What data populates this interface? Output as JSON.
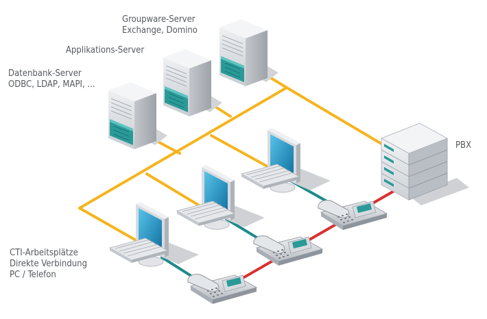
{
  "labels": {
    "groupware": {
      "line1": "Groupware-Server",
      "line2": "Exchange, Domino"
    },
    "applikation": {
      "line1": "Applikations-Server"
    },
    "datenbank": {
      "line1": "Datenbank-Server",
      "line2": "ODBC, LDAP, MAPI, ..."
    },
    "pbx": {
      "line1": "PBX"
    },
    "cti": {
      "line1": "CTI-Arbeitsplätze",
      "line2": "Direkte Verbindung",
      "line3": "PC / Telefon"
    }
  },
  "colors": {
    "lan_cable": "#f5b41e",
    "pc_phone_cable": "#1f8a8c",
    "phone_pbx_cable": "#d9302e",
    "server_body": "#dfe2e6",
    "server_teal": "#2a9a98",
    "screen": "#1d8fbf",
    "shadow": "#c4c6c9",
    "text": "#555a5e"
  },
  "icons": [
    "server-icon",
    "monitor-icon",
    "keyboard-icon",
    "telephone-icon",
    "pbx-icon"
  ]
}
